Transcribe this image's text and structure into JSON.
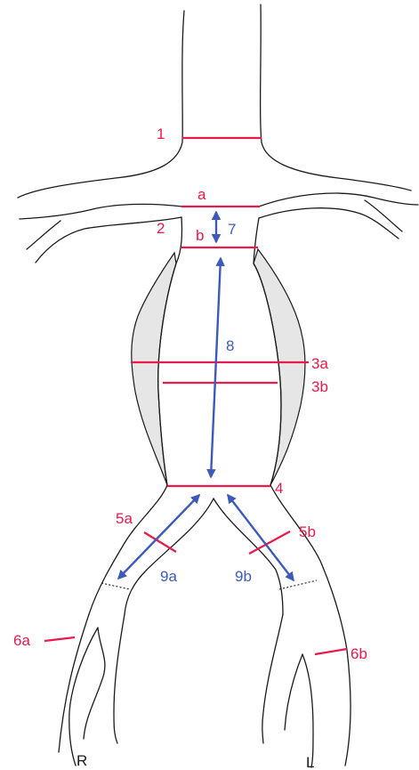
{
  "colors": {
    "measure_line": "#e8194b",
    "measure_label": "#e8194b",
    "arrow": "#3d5ab8",
    "outline": "#1a1a1a",
    "thrombus_fill": "#e6e6e6"
  },
  "labels": {
    "level_1": "1",
    "level_a": "a",
    "level_2": "2",
    "level_b": "b",
    "level_3a": "3a",
    "level_3b": "3b",
    "level_4": "4",
    "level_5a": "5a",
    "level_5b": "5b",
    "level_6a": "6a",
    "level_6b": "6b",
    "length_7": "7",
    "length_8": "8",
    "length_9a": "9a",
    "length_9b": "9b",
    "side_right": "R",
    "side_left": "L"
  }
}
